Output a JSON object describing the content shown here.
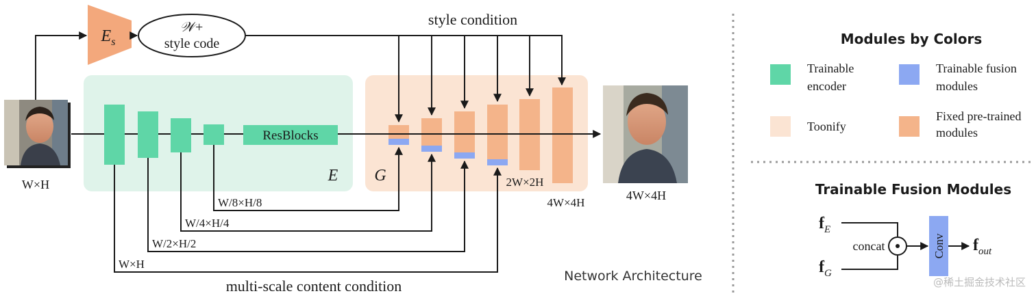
{
  "colors": {
    "trainable_encoder": "#5fd6a7",
    "encoder_bg": "#dff3ea",
    "toonify_bg": "#fbe4d3",
    "fusion": "#8ca8f2",
    "pretrained": "#f4b48a",
    "es_block": "#f3a87c"
  },
  "input_label": "W×H",
  "encoder_style": {
    "block_label": "E",
    "block_subscript": "s",
    "code_line1": "𝒲+",
    "code_line2": "style code"
  },
  "style_condition_label": "style condition",
  "resblocks_label": "ResBlocks",
  "encoder_label": "E",
  "generator_label": "G",
  "gen_scale_labels": {
    "two_w": "2W×2H",
    "four_w": "4W×4H"
  },
  "output_label": "4W×4H",
  "content_scales": [
    "W/8×H/8",
    "W/4×H/4",
    "W/2×H/2",
    "W×H"
  ],
  "content_condition_label": "multi-scale content condition",
  "network_label": "Network Architecture",
  "legend": {
    "title": "Modules by Colors",
    "trainable_encoder": [
      "Trainable",
      "encoder"
    ],
    "trainable_fusion": [
      "Trainable fusion",
      "modules"
    ],
    "toonify": "Toonify",
    "fixed_pretrained": [
      "Fixed pre-trained",
      "modules"
    ]
  },
  "fusion_panel": {
    "title": "Trainable Fusion Modules",
    "input_e": "f",
    "input_e_sub": "E",
    "input_g": "f",
    "input_g_sub": "G",
    "concat": "concat",
    "operator": "⊙",
    "conv": "Conv",
    "output": "f",
    "output_sub": "out"
  },
  "watermark": "@稀土掘金技术社区"
}
